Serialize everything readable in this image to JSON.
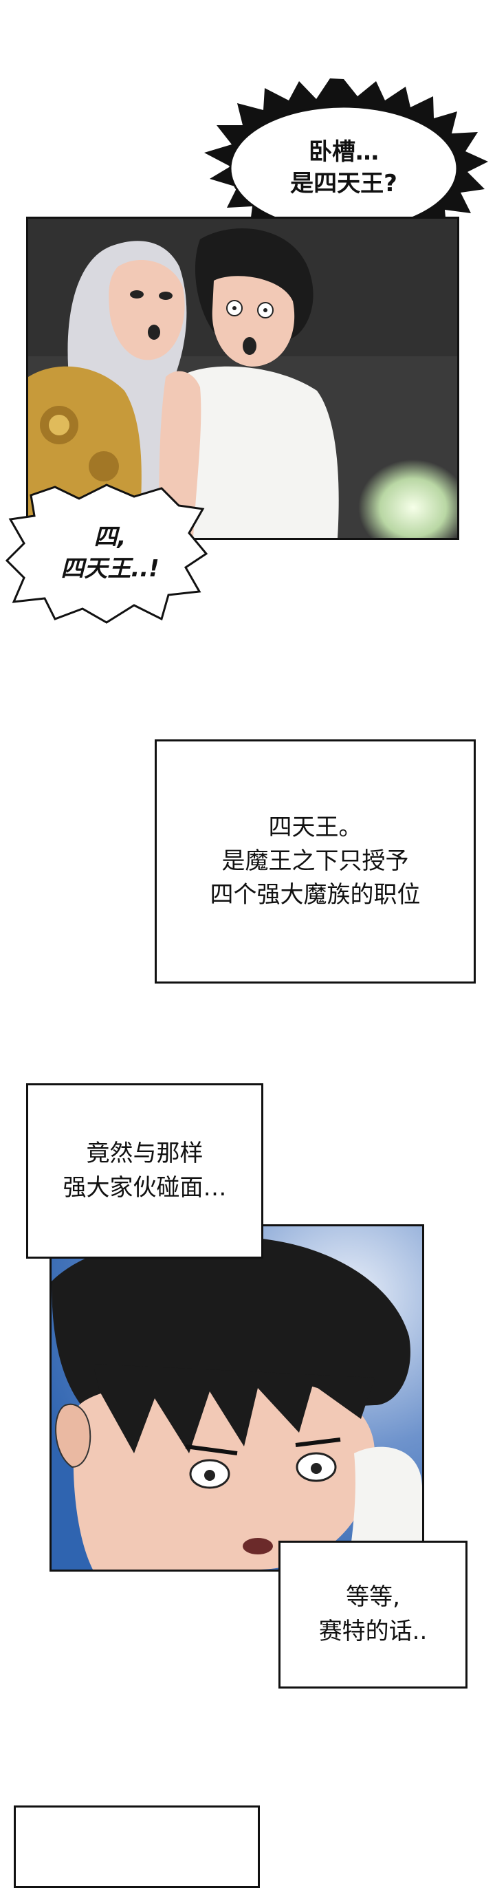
{
  "bubbles": {
    "top": {
      "lines": [
        "卧槽…",
        "是四天王?"
      ]
    },
    "left": {
      "lines": [
        "四,",
        "四天王..!"
      ]
    }
  },
  "narrations": {
    "box1": {
      "lines": [
        "四天王。",
        "是魔王之下只授予",
        "四个强大魔族的职位"
      ]
    },
    "box2": {
      "lines": [
        "竟然与那样",
        "强大家伙碰面…"
      ]
    },
    "box3": {
      "lines": [
        "等等,",
        "赛特的话.."
      ]
    }
  },
  "colors": {
    "ink": "#111111",
    "cave": "#3a3a3a",
    "skin": "#f2c9b6",
    "hair_dark": "#1b1b1b",
    "hair_silver": "#d9d9df",
    "gold": "#c79a3a",
    "sky_blue": "#2f64b0"
  }
}
